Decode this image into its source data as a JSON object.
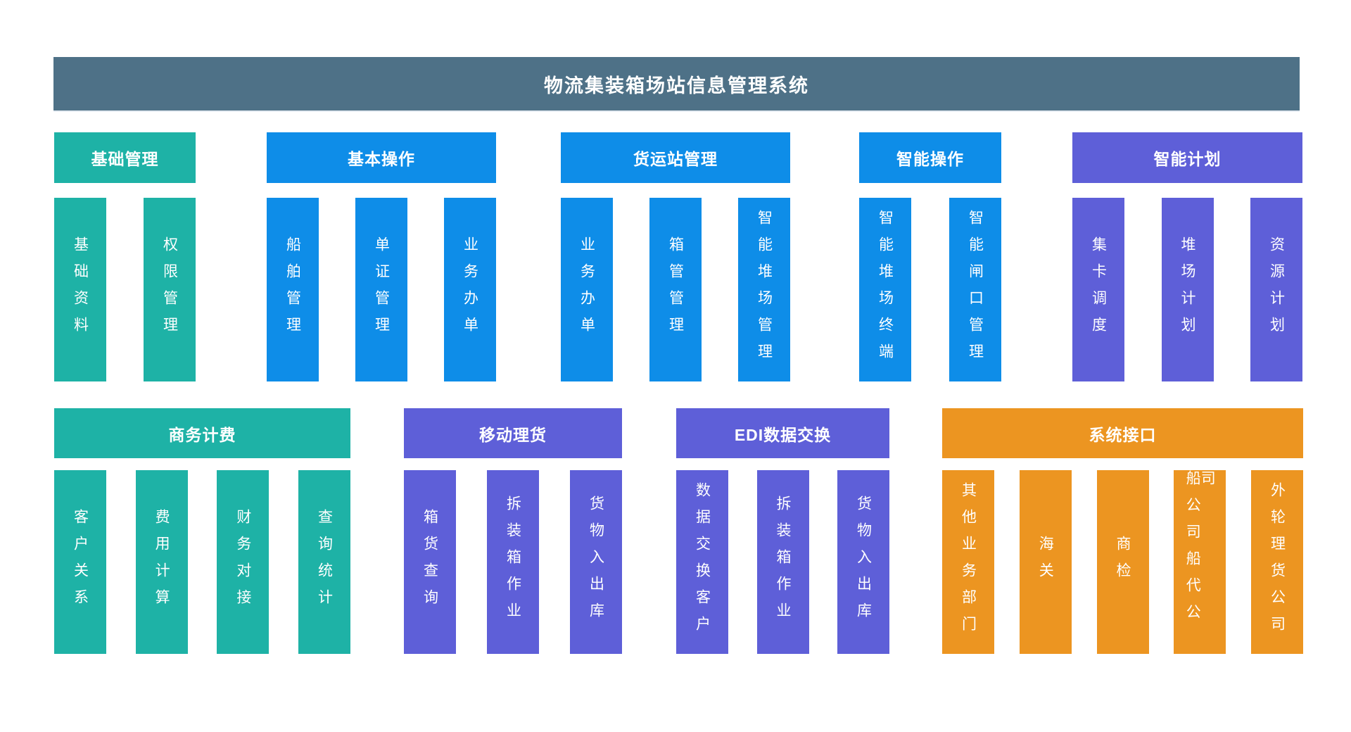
{
  "title": "物流集装箱场站信息管理系统",
  "colors": {
    "title_bar": "#4E7187",
    "teal": "#1EB2A6",
    "blue": "#0E8DE8",
    "purple": "#5E5FD8",
    "orange": "#EC9521",
    "text": "#FFFFFF",
    "background": "#FFFFFF"
  },
  "groups": [
    {
      "label": "基础管理",
      "color": "teal",
      "items": [
        {
          "label": "基础资料"
        },
        {
          "label": "权限管理"
        }
      ]
    },
    {
      "label": "基本操作",
      "color": "blue",
      "items": [
        {
          "label": "船舶管理"
        },
        {
          "label": "单证管理"
        },
        {
          "label": "业务办单"
        }
      ]
    },
    {
      "label": "货运站管理",
      "color": "blue",
      "items": [
        {
          "label": "业务办单"
        },
        {
          "label": "箱管管理"
        },
        {
          "label": "智能堆场管理"
        }
      ]
    },
    {
      "label": "智能操作",
      "color": "blue",
      "items": [
        {
          "label": "智能堆场终端"
        },
        {
          "label": "智能闸口管理"
        }
      ]
    },
    {
      "label": "智能计划",
      "color": "purple",
      "items": [
        {
          "label": "集卡调度"
        },
        {
          "label": "堆场计划"
        },
        {
          "label": "资源计划"
        }
      ]
    },
    {
      "label": "商务计费",
      "color": "teal",
      "items": [
        {
          "label": "客户关系"
        },
        {
          "label": "费用计算"
        },
        {
          "label": "财务对接"
        },
        {
          "label": "查询统计"
        }
      ]
    },
    {
      "label": "移动理货",
      "color": "purple",
      "items": [
        {
          "label": "箱货查询"
        },
        {
          "label": "拆装箱作业"
        },
        {
          "label": "货物入出库"
        }
      ]
    },
    {
      "label": "EDI数据交换",
      "color": "purple",
      "items": [
        {
          "label": "数据交换客户"
        },
        {
          "label": "拆装箱作业"
        },
        {
          "label": "货物入出库"
        }
      ]
    },
    {
      "label": "系统接口",
      "color": "orange",
      "items": [
        {
          "label": "其他业务部门"
        },
        {
          "label": "海关"
        },
        {
          "label": "商检"
        },
        {
          "label": "船公司船代公司"
        },
        {
          "label": "外轮理货公司"
        }
      ]
    }
  ]
}
